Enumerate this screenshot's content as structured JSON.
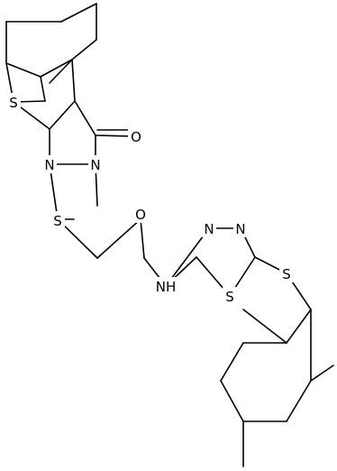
{
  "diagram": {
    "type": "skeletal-structure",
    "atom_labels": {
      "s_thiophene": "S",
      "n_ring_bottom": "N",
      "n_methyl": "N",
      "o_carbonyl_ring": "O",
      "s_thioether": "S",
      "o_amide": "O",
      "nh_amide": "NH",
      "n_thiadiazole_left": "N",
      "n_thiadiazole_right": "N",
      "s_thiadiazole": "S",
      "s_benzyl": "S"
    },
    "colors": {
      "bond": "#000000",
      "label": "#000000",
      "background": "#ffffff"
    }
  }
}
